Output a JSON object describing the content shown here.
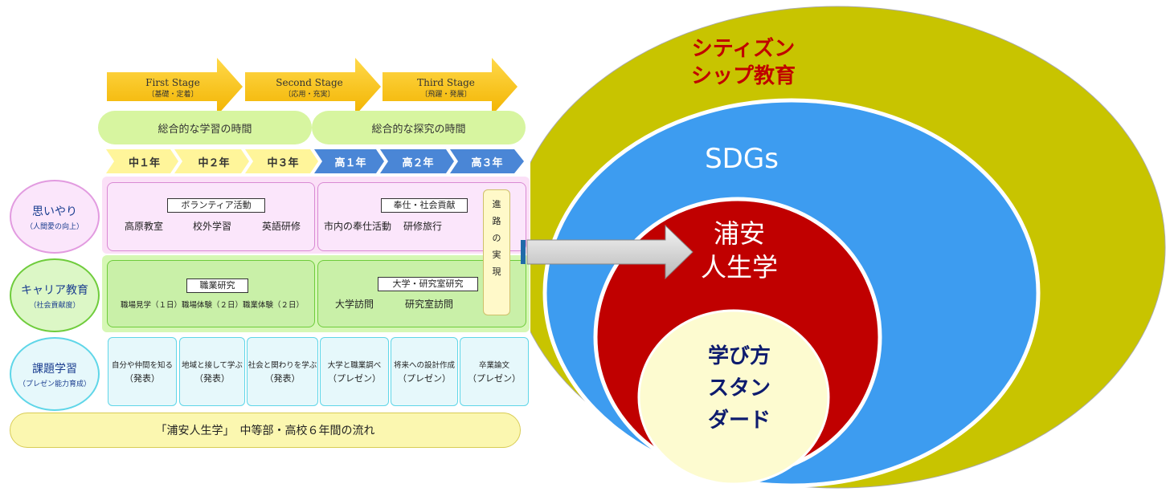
{
  "stages": [
    {
      "title": "First Stage",
      "sub": "〔基礎・定着〕"
    },
    {
      "title": "Second Stage",
      "sub": "〔応用・充実〕"
    },
    {
      "title": "Third Stage",
      "sub": "〔飛躍・発展〕"
    }
  ],
  "periods": {
    "junior": "総合的な学習の時間",
    "senior": "総合的な探究の時間"
  },
  "grades": [
    "中１年",
    "中２年",
    "中３年",
    "高１年",
    "高２年",
    "高３年"
  ],
  "rows": {
    "omoiyari": {
      "title": "思いやり",
      "sub": "（人間愛の向上）"
    },
    "career": {
      "title": "キャリア教育",
      "sub": "（社会貢献度）"
    },
    "kadai": {
      "title": "課題学習",
      "sub": "（プレゼン能力育成）"
    }
  },
  "omoiyari_junior": {
    "label": "ボランティア活動",
    "items": [
      "高原教室",
      "校外学習",
      "英語研修"
    ]
  },
  "omoiyari_senior": {
    "label": "奉仕・社会貢献",
    "items": [
      "市内の奉仕活動",
      "研修旅行"
    ]
  },
  "career_junior": {
    "label": "職業研究",
    "items": [
      "職場見学（１日）",
      "職場体験（２日）",
      "職業体験（２日）"
    ]
  },
  "career_senior": {
    "label": "大学・研究室研究",
    "items": [
      "大学訪問",
      "研究室訪問"
    ]
  },
  "kadai_cards": [
    {
      "top": "自分や仲間を知る",
      "bottom": "（発表）"
    },
    {
      "top": "地域と接して学ぶ",
      "bottom": "（発表）"
    },
    {
      "top": "社会と関わりを学ぶ",
      "bottom": "（発表）"
    },
    {
      "top": "大学と職業調べ",
      "bottom": "（プレゼン）"
    },
    {
      "top": "将来への設計作成",
      "bottom": "（プレゼン）"
    },
    {
      "top": "卒業論文",
      "bottom": "（プレゼン）"
    }
  ],
  "shinro": [
    "進",
    "路",
    "の",
    "実",
    "現"
  ],
  "footer": "「浦安人生学」　中等部・高校６年間の流れ",
  "circles": {
    "citizenship": [
      "シティズン",
      "シップ教育"
    ],
    "sdgs": "SDGs",
    "urayasu": [
      "浦安",
      "人生学"
    ],
    "manabi": [
      "学び方",
      "スタン",
      "ダード"
    ]
  },
  "colors": {
    "citizenship": "#c8c400",
    "sdgs": "#3d9cf0",
    "urayasu": "#c00000",
    "manabi": "#fdfbd0",
    "citizenship_text": "#c00000",
    "manabi_text": "#0d1b6e"
  }
}
